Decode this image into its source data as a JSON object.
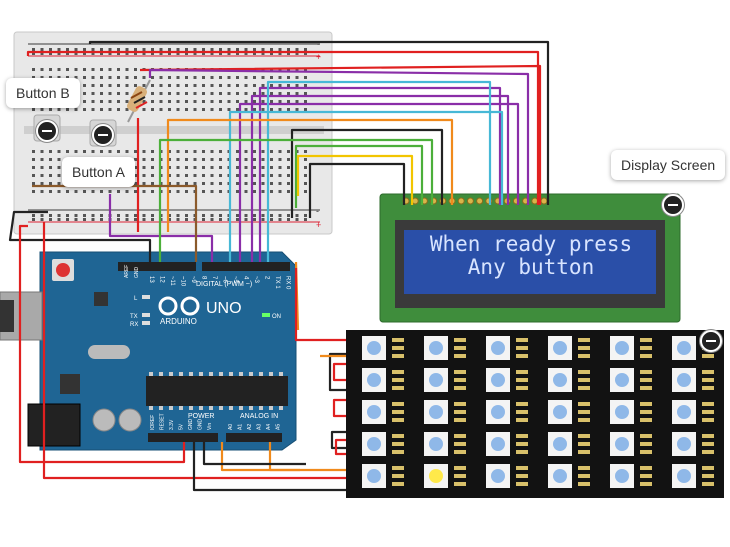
{
  "labels": {
    "button_b": "Button B",
    "button_a": "Button A",
    "display_screen": "Display Screen"
  },
  "lcd": {
    "line1": "When ready press",
    "line2": "Any button"
  },
  "arduino": {
    "brand": "ARDUINO",
    "model": "UNO",
    "digital_label": "DIGITAL (PWM ~)",
    "power_label": "POWER",
    "analog_label": "ANALOG IN",
    "aref": "AREF",
    "gnd": "GND",
    "pin_labels": [
      "13",
      "12",
      "~11",
      "~10",
      "~9",
      "8",
      "7",
      "~6",
      "~5",
      "4",
      "~3",
      "2",
      "TX 1",
      "RX 0"
    ],
    "power_pins": [
      "IOREF",
      "RESET",
      "3.3V",
      "5V",
      "GND",
      "GND",
      "Vin"
    ],
    "analog_pins": [
      "A0",
      "A1",
      "A2",
      "A3",
      "A4",
      "A5"
    ],
    "led_l": "L",
    "led_tx": "TX",
    "led_rx": "RX",
    "led_on": "ON"
  },
  "colors": {
    "breadboard": "#e6e6e6",
    "arduino": "#1e5d8c",
    "lcd_pcb": "#3f8d3c",
    "lcd_screen": "#2a4fa8",
    "led_matrix": "#111111",
    "wire_red": "#e02020",
    "wire_black": "#222222",
    "wire_orange": "#f08a1c",
    "wire_green": "#4caf3a",
    "wire_yellow": "#f2c500",
    "wire_purple": "#8a2ea8",
    "wire_cyan": "#47b8d6",
    "wire_brown": "#8b5a2b"
  }
}
